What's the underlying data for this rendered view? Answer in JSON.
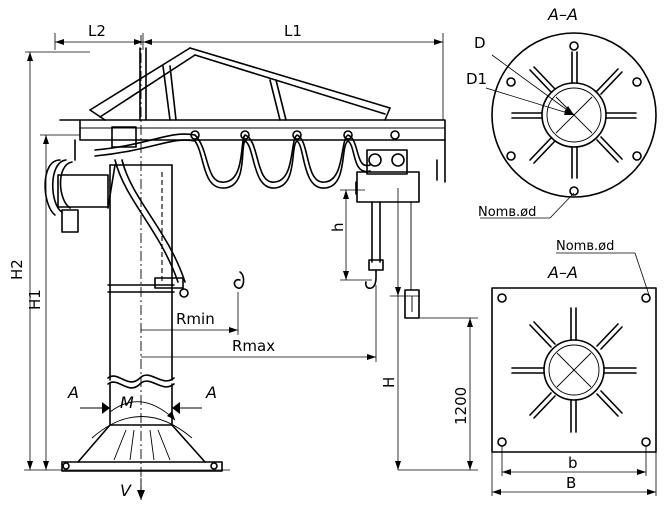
{
  "labels": {
    "L2": "L2",
    "L1": "L1",
    "H2": "H2",
    "H1": "H1",
    "H": "H",
    "h": "h",
    "Rmin": "Rmin",
    "Rmax": "Rmax",
    "h1200": "1200",
    "section_top": "A–A",
    "section_bottom": "A–A",
    "D": "D",
    "D1": "D1",
    "nom_top": "Nomв.ød",
    "nom_bottom": "Nomв.ød",
    "b": "b",
    "B": "B",
    "A_left": "A",
    "A_right": "A",
    "M": "M",
    "V": "V"
  }
}
